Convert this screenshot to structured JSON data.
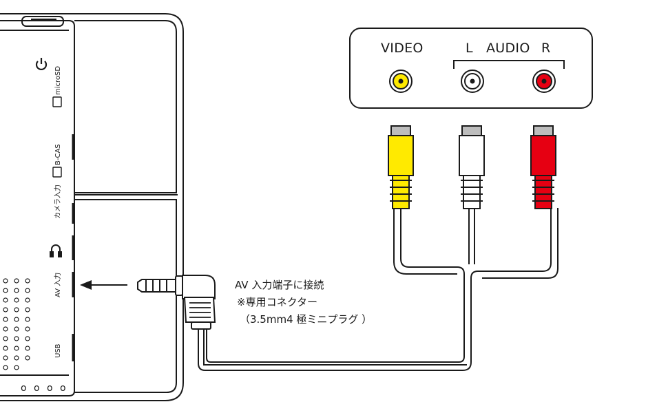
{
  "device": {
    "labels": {
      "microsd": "microSD",
      "bcas": "B-CAS",
      "camera_input": "カメラ入力",
      "av_input": "AV 入力",
      "usb": "USB",
      "bottom_dots": "o o o o"
    }
  },
  "tv_panel": {
    "video_label": "VIDEO",
    "left_label": "L",
    "audio_label": "AUDIO",
    "right_label": "R",
    "jack_colors": {
      "video": "#ffea00",
      "audio_left": "#ffffff",
      "audio_right": "#e60012"
    }
  },
  "annotation": {
    "line1": "AV 入力端子に接続",
    "line2": "※専用コネクター",
    "line3": "（3.5mm4 極ミニプラグ ）"
  },
  "colors": {
    "outline": "#1a1a1a",
    "yellow": "#ffea00",
    "white": "#ffffff",
    "red": "#e60012",
    "plug_tip": "#bdbdbd"
  }
}
